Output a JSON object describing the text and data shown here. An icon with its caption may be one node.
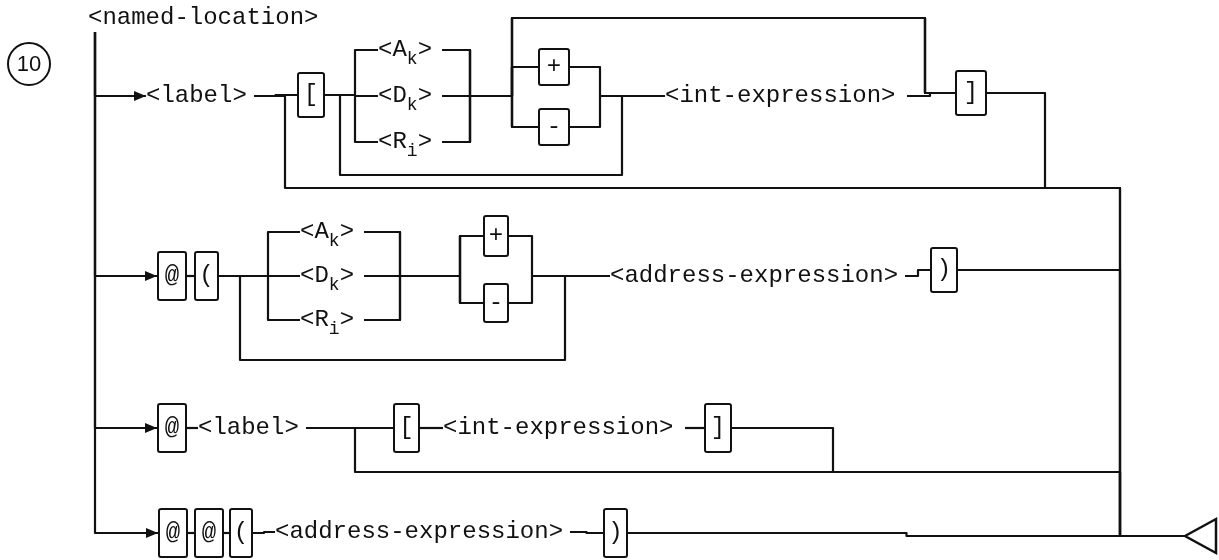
{
  "diagram": {
    "nodes": [
      {
        "text": [
          "<named-location>"
        ]
      },
      {
        "text": [
          "10"
        ]
      },
      {
        "text": [
          "<label>"
        ]
      },
      {
        "text": [
          "["
        ]
      },
      {
        "text": [
          "<A$_{k}$>"
        ]
      },
      {
        "text": [
          "<D$_{k}$>"
        ]
      },
      {
        "text": [
          "<R$_{i}$>"
        ]
      },
      {
        "text": [
          "+"
        ]
      },
      {
        "text": [
          "-"
        ]
      },
      {
        "text": [
          "<int-expression>"
        ]
      },
      {
        "text": [
          "]"
        ]
      },
      {
        "text": [
          "@"
        ]
      },
      {
        "text": [
          "("
        ]
      },
      {
        "text": [
          "<A$_{k}$>"
        ]
      },
      {
        "text": [
          "<D$_{k}$>"
        ]
      },
      {
        "text": [
          "<R$_{i}$>"
        ]
      },
      {
        "text": [
          "+"
        ]
      },
      {
        "text": [
          "-"
        ]
      },
      {
        "text": [
          "<address-expression>"
        ]
      },
      {
        "text": [
          ")"
        ]
      },
      {
        "text": [
          "@"
        ]
      },
      {
        "text": [
          "<label>"
        ]
      },
      {
        "text": [
          "["
        ]
      },
      {
        "text": [
          "<int-expression>"
        ]
      },
      {
        "text": [
          "]"
        ]
      },
      {
        "text": [
          "@"
        ]
      },
      {
        "text": [
          "@"
        ]
      },
      {
        "text": [
          "("
        ]
      },
      {
        "text": [
          "<address-expression>"
        ]
      },
      {
        "text": [
          ")"
        ]
      },
      {
        "text": [],
        "shape": "triangle"
      }
    ],
    "edges": [
      {
        "from": 0,
        "to": 2,
        "arrow": "to"
      },
      {
        "from": 0,
        "to": 11,
        "arrow": "to"
      },
      {
        "from": 0,
        "to": 20,
        "arrow": "to"
      },
      {
        "from": 0,
        "to": 25,
        "arrow": "to"
      },
      {
        "from": 2,
        "to": 3,
        "arrow": "none"
      },
      {
        "from": 2,
        "to": 30,
        "arrow": "none"
      },
      {
        "from": 3,
        "to": 4,
        "arrow": "none"
      },
      {
        "from": 3,
        "to": 5,
        "arrow": "none"
      },
      {
        "from": 3,
        "to": 6,
        "arrow": "none"
      },
      {
        "from": 3,
        "to": 9,
        "arrow": "none"
      },
      {
        "from": 4,
        "to": 7,
        "arrow": "none"
      },
      {
        "from": 5,
        "to": 7,
        "arrow": "none"
      },
      {
        "from": 6,
        "to": 7,
        "arrow": "none"
      },
      {
        "from": 4,
        "to": 8,
        "arrow": "none"
      },
      {
        "from": 5,
        "to": 8,
        "arrow": "none"
      },
      {
        "from": 6,
        "to": 8,
        "arrow": "none"
      },
      {
        "from": 4,
        "to": 10,
        "arrow": "none"
      },
      {
        "from": 5,
        "to": 10,
        "arrow": "none"
      },
      {
        "from": 6,
        "to": 10,
        "arrow": "none"
      },
      {
        "from": 7,
        "to": 9,
        "arrow": "none"
      },
      {
        "from": 8,
        "to": 9,
        "arrow": "none"
      },
      {
        "from": 9,
        "to": 10,
        "arrow": "none"
      },
      {
        "from": 10,
        "to": 30,
        "arrow": "none"
      },
      {
        "from": 11,
        "to": 12,
        "arrow": "none"
      },
      {
        "from": 12,
        "to": 13,
        "arrow": "none"
      },
      {
        "from": 12,
        "to": 14,
        "arrow": "none"
      },
      {
        "from": 12,
        "to": 15,
        "arrow": "none"
      },
      {
        "from": 12,
        "to": 18,
        "arrow": "none"
      },
      {
        "from": 13,
        "to": 16,
        "arrow": "none"
      },
      {
        "from": 14,
        "to": 16,
        "arrow": "none"
      },
      {
        "from": 15,
        "to": 16,
        "arrow": "none"
      },
      {
        "from": 13,
        "to": 17,
        "arrow": "none"
      },
      {
        "from": 14,
        "to": 17,
        "arrow": "none"
      },
      {
        "from": 15,
        "to": 17,
        "arrow": "none"
      },
      {
        "from": 16,
        "to": 18,
        "arrow": "none"
      },
      {
        "from": 17,
        "to": 18,
        "arrow": "none"
      },
      {
        "from": 18,
        "to": 19,
        "arrow": "none"
      },
      {
        "from": 19,
        "to": 30,
        "arrow": "none"
      },
      {
        "from": 20,
        "to": 21,
        "arrow": "none"
      },
      {
        "from": 21,
        "to": 22,
        "arrow": "none"
      },
      {
        "from": 21,
        "to": 30,
        "arrow": "none"
      },
      {
        "from": 22,
        "to": 23,
        "arrow": "none"
      },
      {
        "from": 23,
        "to": 24,
        "arrow": "none"
      },
      {
        "from": 24,
        "to": 30,
        "arrow": "none"
      },
      {
        "from": 25,
        "to": 26,
        "arrow": "none"
      },
      {
        "from": 26,
        "to": 27,
        "arrow": "none"
      },
      {
        "from": 27,
        "to": 28,
        "arrow": "none"
      },
      {
        "from": 28,
        "to": 29,
        "arrow": "none"
      },
      {
        "from": 29,
        "to": 30,
        "arrow": "none"
      }
    ]
  }
}
